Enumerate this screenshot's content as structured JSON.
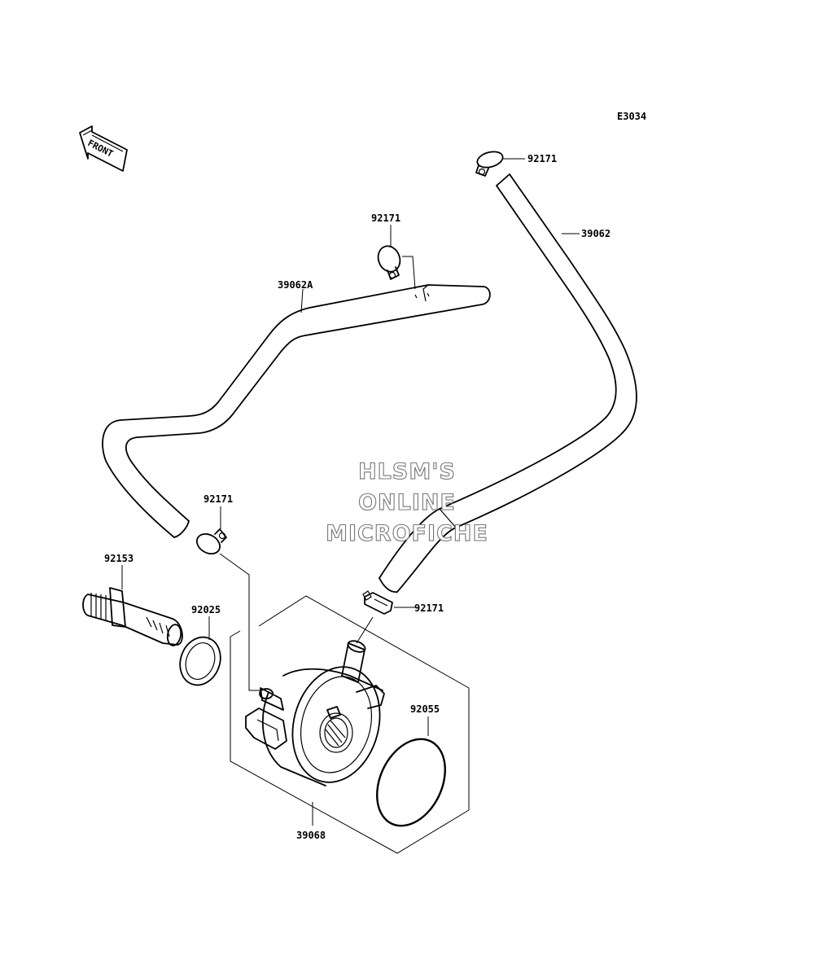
{
  "diagram_code": "E3034",
  "front_arrow_label": "FRONT",
  "watermark": {
    "line1": "HLSM'S",
    "line2": "ONLINE",
    "line3": "MICROFICHE"
  },
  "callouts": {
    "clamp_top_right": "92171",
    "clamp_upper_left": "92171",
    "clamp_mid_left": "92171",
    "clamp_lower_mid": "92171",
    "hose_right": "39062",
    "hose_left": "39062A",
    "fitting": "92153",
    "washer": "92025",
    "o_ring": "92055",
    "oil_cooler": "39068"
  },
  "colors": {
    "line": "#000000",
    "watermark_outline": "#777777",
    "background": "#ffffff"
  }
}
